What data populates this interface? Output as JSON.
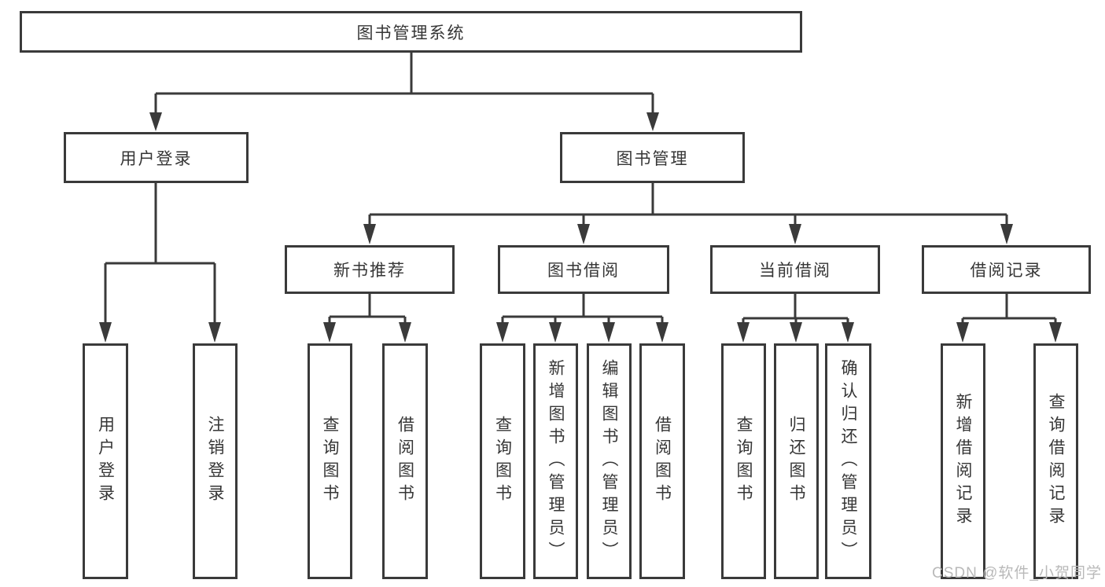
{
  "tree": {
    "root": {
      "label": "图书管理系统"
    },
    "level2": [
      {
        "label": "用户登录"
      },
      {
        "label": "图书管理"
      }
    ],
    "level3": [
      {
        "label": "新书推荐"
      },
      {
        "label": "图书借阅"
      },
      {
        "label": "当前借阅"
      },
      {
        "label": "借阅记录"
      }
    ],
    "user_login_children": [
      {
        "label": "用户登录"
      },
      {
        "label": "注销登录"
      }
    ],
    "new_book_children": [
      {
        "label": "查询图书"
      },
      {
        "label": "借阅图书"
      }
    ],
    "book_borrow_children": [
      {
        "label": "查询图书"
      },
      {
        "label": "新增图书（管理员）"
      },
      {
        "label": "编辑图书（管理员）"
      },
      {
        "label": "借阅图书"
      }
    ],
    "current_borrow_children": [
      {
        "label": "查询图书"
      },
      {
        "label": "归还图书"
      },
      {
        "label": "确认归还（管理员）"
      }
    ],
    "borrow_record_children": [
      {
        "label": "新增借阅记录"
      },
      {
        "label": "查询借阅记录"
      }
    ]
  },
  "watermark": {
    "text": "CSDN @软件_小贺同学"
  },
  "colors": {
    "line": "#3a3a3a",
    "text": "#363636",
    "box_bg": "#ffffff",
    "watermark": "#b9b9b9",
    "background": "#ffffff"
  }
}
